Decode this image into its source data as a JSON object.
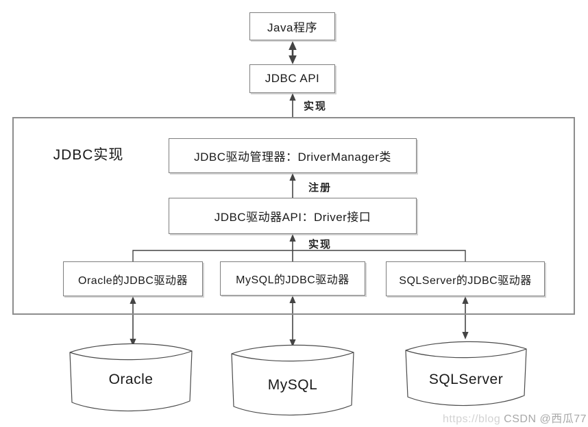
{
  "top_flow": {
    "java_box": {
      "label": "Java程序"
    },
    "jdbc_api_box": {
      "label": "JDBC API"
    },
    "implement_label": "实现"
  },
  "jdbc_impl": {
    "title": "JDBC实现",
    "driver_manager_box": {
      "label": "JDBC驱动管理器：DriverManager类"
    },
    "register_label": "注册",
    "driver_api_box": {
      "label": "JDBC驱动器API：Driver接口"
    },
    "implement_label": "实现",
    "driver_boxes": [
      {
        "label": "Oracle的JDBC驱动器"
      },
      {
        "label": "MySQL的JDBC驱动器"
      },
      {
        "label": "SQLServer的JDBC驱动器"
      }
    ]
  },
  "databases": [
    {
      "label": "Oracle"
    },
    {
      "label": "MySQL"
    },
    {
      "label": "SQLServer"
    }
  ],
  "watermark": {
    "prefix": "https://blog",
    "text": "CSDN @西瓜77"
  },
  "colors": {
    "box_border": "#7d7d7d",
    "container_border": "#8c8c8c",
    "arrow": "#444444",
    "cylinder_stroke": "#4a4a4a",
    "text": "#1a1a1a",
    "watermark": "#a8a8a8",
    "background": "#ffffff"
  }
}
